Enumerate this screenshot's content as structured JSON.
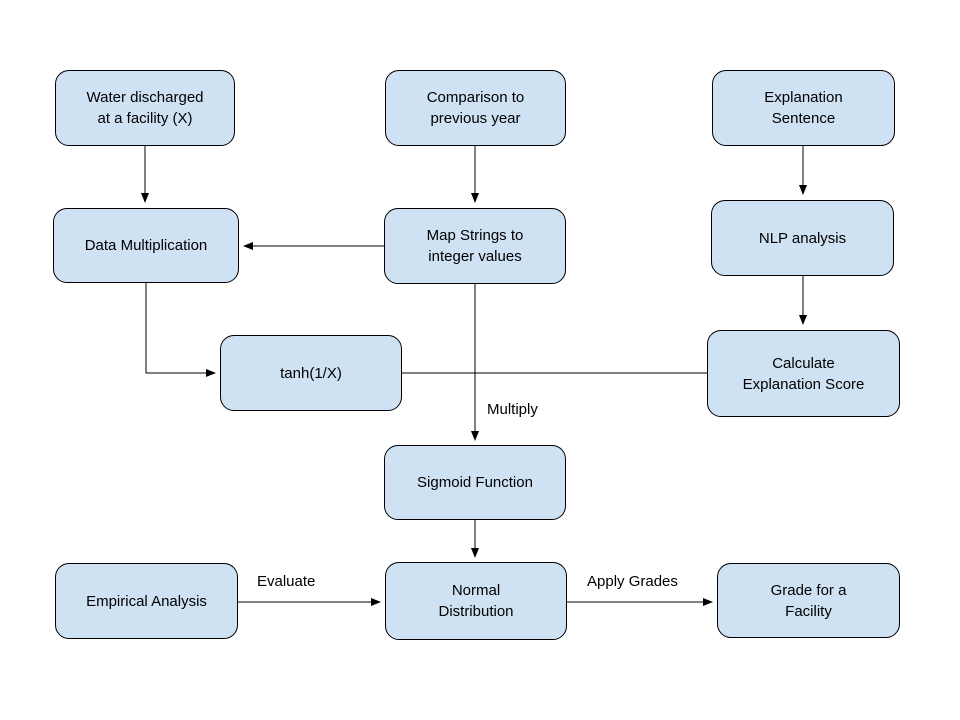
{
  "diagram": {
    "type": "flowchart",
    "description": "Pipeline computing a grade for a facility from water discharge data, year comparison, and explanation sentence"
  },
  "colors": {
    "canvas_bg": "#ffffff",
    "node_fill": "#cfe2f3",
    "node_border": "#000000",
    "edge_stroke": "#000000",
    "text_color": "#000000"
  },
  "nodes": {
    "water": {
      "label": "Water discharged\nat a facility (X)"
    },
    "comparison": {
      "label": "Comparison to\nprevious year"
    },
    "explsent": {
      "label": "Explanation\nSentence"
    },
    "datamult": {
      "label": "Data Multiplication"
    },
    "mapstrings": {
      "label": "Map Strings to\ninteger values"
    },
    "nlp": {
      "label": "NLP analysis"
    },
    "tanh": {
      "label": "tanh(1/X)"
    },
    "calcscore": {
      "label": "Calculate\nExplanation Score"
    },
    "sigmoid": {
      "label": "Sigmoid Function"
    },
    "normal": {
      "label": "Normal\nDistribution"
    },
    "empirical": {
      "label": "Empirical Analysis"
    },
    "grade": {
      "label": "Grade for a\nFacility"
    }
  },
  "edge_labels": {
    "multiply": "Multiply",
    "evaluate": "Evaluate",
    "applygrades": "Apply Grades"
  },
  "edges": [
    {
      "from": "water",
      "to": "datamult",
      "label": ""
    },
    {
      "from": "comparison",
      "to": "mapstrings",
      "label": ""
    },
    {
      "from": "explsent",
      "to": "nlp",
      "label": ""
    },
    {
      "from": "mapstrings",
      "to": "datamult",
      "label": ""
    },
    {
      "from": "datamult",
      "to": "tanh",
      "label": ""
    },
    {
      "from": "mapstrings",
      "to": "sigmoid",
      "label": "Multiply"
    },
    {
      "from": "tanh",
      "to": "calcscore",
      "label": ""
    },
    {
      "from": "nlp",
      "to": "calcscore",
      "label": ""
    },
    {
      "from": "sigmoid",
      "to": "normal",
      "label": ""
    },
    {
      "from": "empirical",
      "to": "normal",
      "label": "Evaluate"
    },
    {
      "from": "normal",
      "to": "grade",
      "label": "Apply Grades"
    }
  ]
}
